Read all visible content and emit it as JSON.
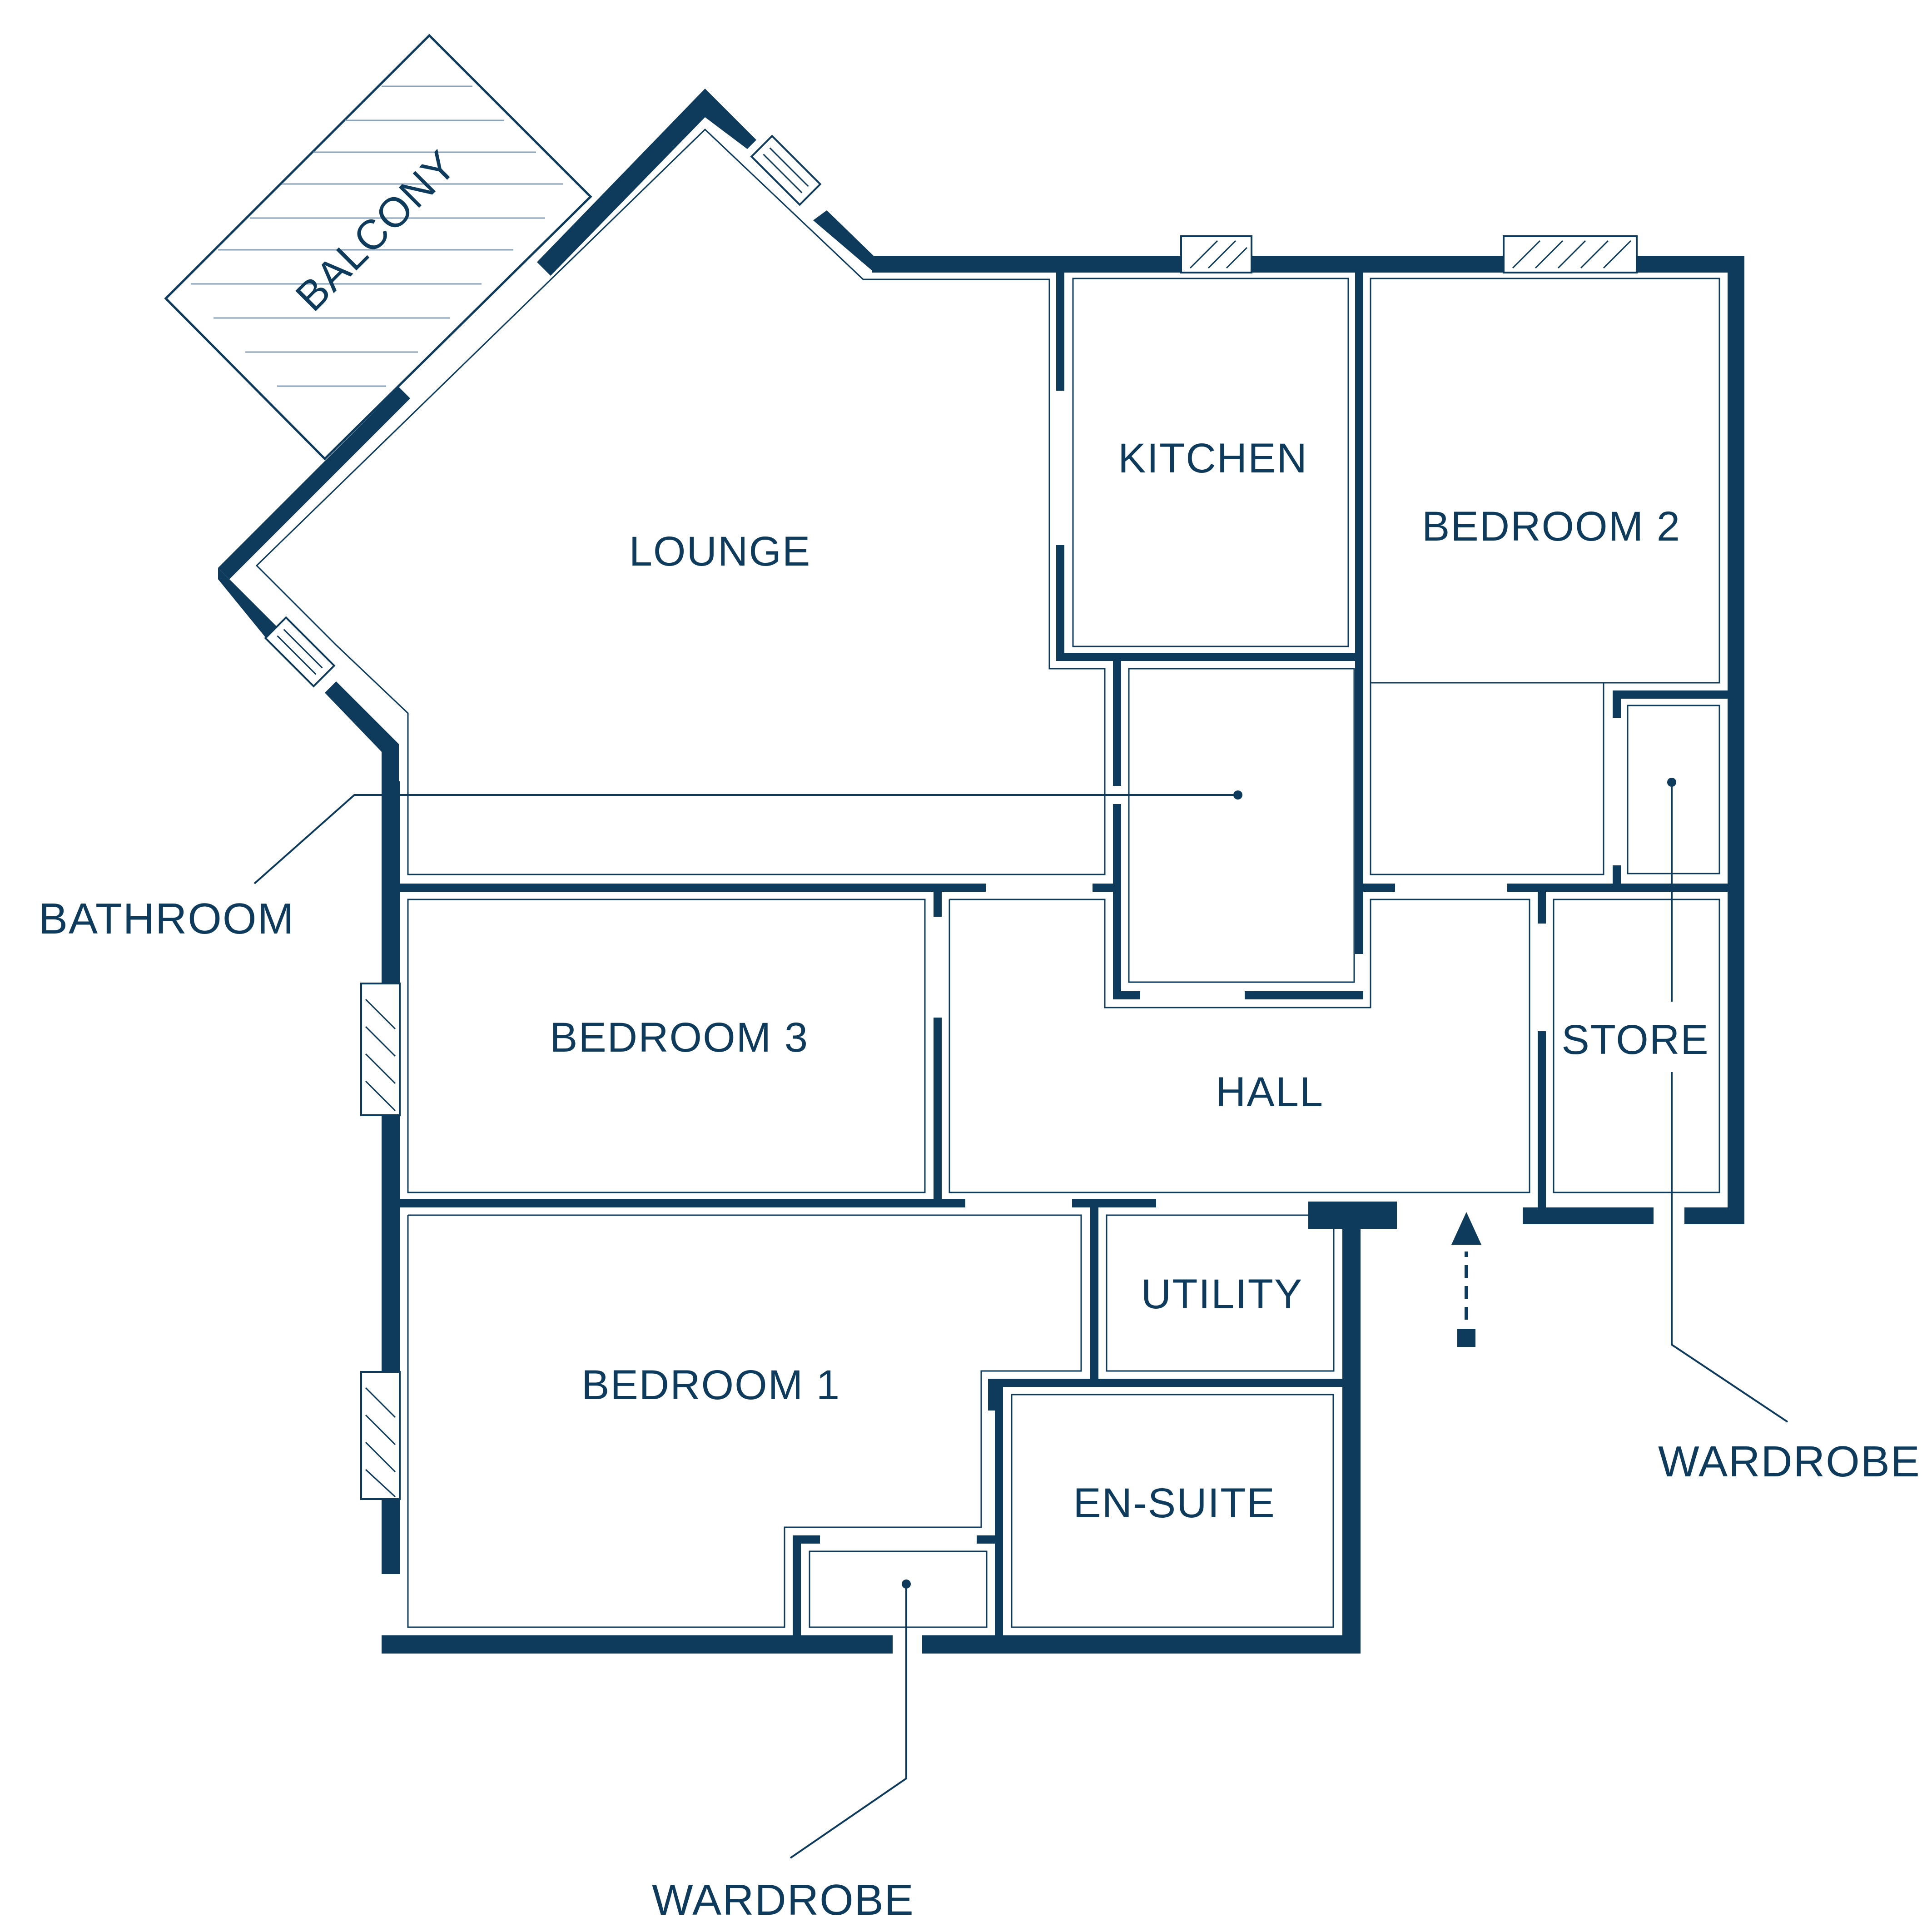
{
  "colors": {
    "wall": "#0e3b5c",
    "background": "#ffffff",
    "balcony_hatch": "#8aa3b8"
  },
  "rooms": {
    "balcony": "BALCONY",
    "lounge": "LOUNGE",
    "kitchen": "KITCHEN",
    "bedroom2": "BEDROOM 2",
    "bedroom3": "BEDROOM 3",
    "hall": "HALL",
    "store": "STORE",
    "utility": "UTILITY",
    "bedroom1": "BEDROOM 1",
    "ensuite": "EN-SUITE"
  },
  "callouts": {
    "bathroom": "BATHROOM",
    "wardrobe_right": "WARDROBE",
    "wardrobe_bottom": "WARDROBE"
  },
  "icons": {
    "entrance": "entrance-arrow-icon"
  }
}
